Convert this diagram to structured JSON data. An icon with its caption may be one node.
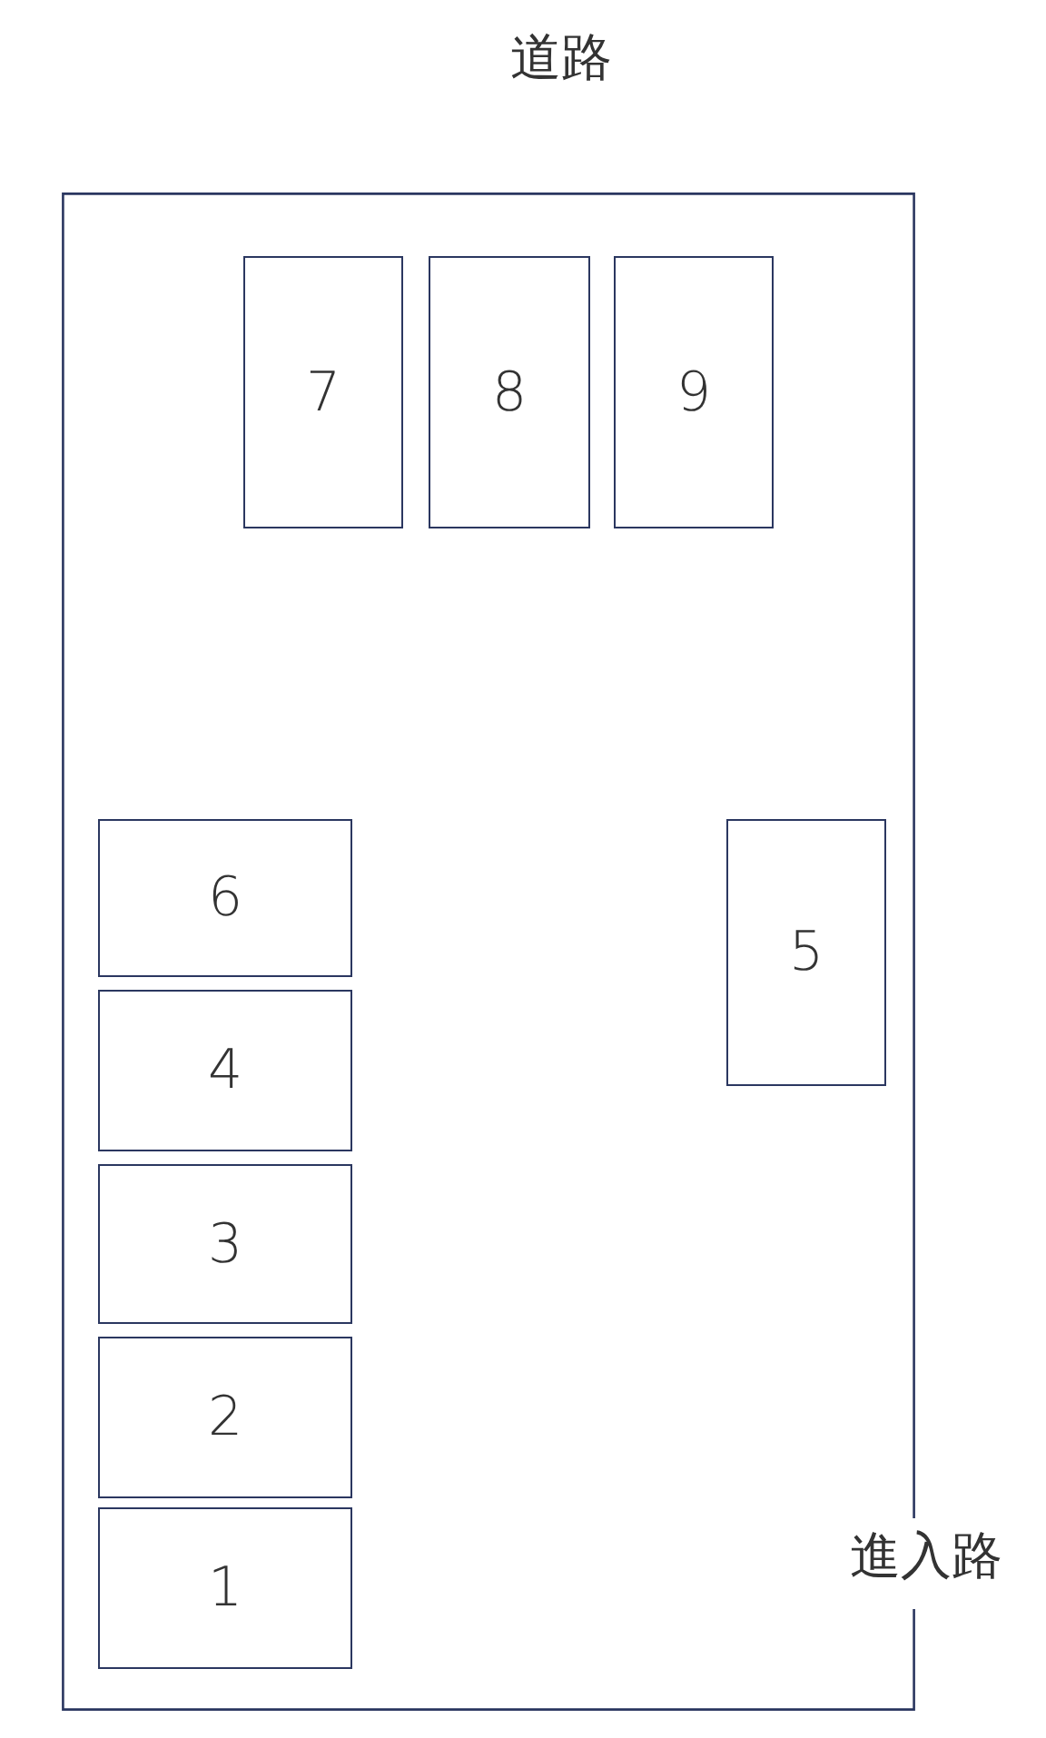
{
  "diagram": {
    "nodes": [
      {
        "text": [],
        "shape": "box"
      },
      {
        "text": [
          "7"
        ],
        "in": 0
      },
      {
        "text": [
          "8"
        ],
        "in": 0
      },
      {
        "text": [
          "9"
        ],
        "in": 0
      },
      {
        "text": [
          "6"
        ],
        "in": 0
      },
      {
        "text": [
          "5"
        ],
        "in": 0
      },
      {
        "text": [
          "4"
        ],
        "in": 0
      },
      {
        "text": [
          "3"
        ],
        "in": 0
      },
      {
        "text": [
          "2"
        ],
        "in": 0
      },
      {
        "text": [
          "1"
        ],
        "in": 0
      }
    ],
    "labels": [
      "道路",
      "進入路"
    ]
  }
}
